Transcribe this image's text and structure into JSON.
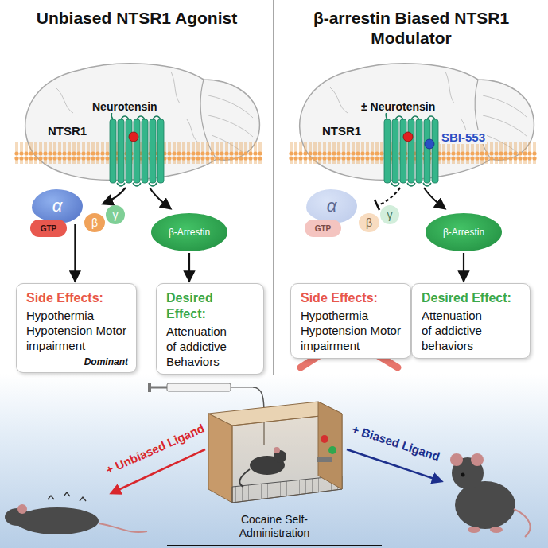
{
  "diagram": {
    "nodes": [
      {
        "text": [
          "Unbiased NTSR1 Agonist"
        ]
      },
      {
        "text": [
          "α"
        ],
        "in": 0
      },
      {
        "text": [
          "GTP"
        ],
        "in": 0
      },
      {
        "text": [
          "β"
        ],
        "in": 0
      },
      {
        "text": [
          "γ"
        ],
        "in": 0
      },
      {
        "text": [
          "β-Arrestin"
        ],
        "in": 0
      },
      {
        "text": [
          "Side Effects:",
          "Hypothermia Hypotension Motor impairment",
          "Dominant"
        ],
        "in": 0
      },
      {
        "text": [
          "Desired Effect:",
          "Attenuation of addictive Behaviors"
        ],
        "in": 0
      },
      {
        "text": [
          "β-arrestin Biased NTSR1 Modulator"
        ]
      },
      {
        "text": [
          "α"
        ],
        "in": 8
      },
      {
        "text": [
          "GTP"
        ],
        "in": 8
      },
      {
        "text": [
          "β"
        ],
        "in": 8
      },
      {
        "text": [
          "γ"
        ],
        "in": 8
      },
      {
        "text": [
          "β-Arrestin"
        ],
        "in": 8
      },
      {
        "text": [
          "Side Effects:",
          "Hypothermia Hypotension Motor impairment"
        ],
        "in": 8
      },
      {
        "text": [
          "Desired Effect:",
          "Attenuation of addictive behaviors"
        ],
        "in": 8
      },
      {
        "text": [
          "Cocaine Self-Administration"
        ]
      }
    ],
    "edges": [
      {
        "from": 1,
        "to": 6,
        "arrow": "to"
      },
      {
        "from": 5,
        "to": 7,
        "arrow": "to"
      },
      {
        "from": 13,
        "to": 15,
        "arrow": "to"
      }
    ],
    "labels": [
      "Neurotensin",
      "NTSR1",
      "± Neurotensin",
      "SBI-553",
      "NTSR1",
      "+ Unbiased Ligand",
      "+ Biased Ligand"
    ]
  }
}
